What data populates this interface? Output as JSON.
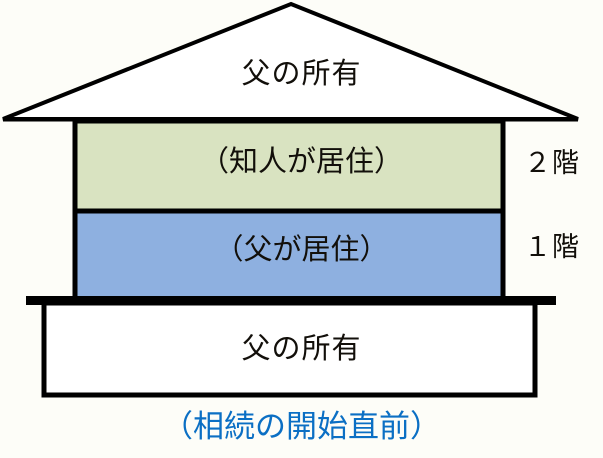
{
  "diagram": {
    "type": "house-cross-section",
    "roof": {
      "label": "父の所有"
    },
    "floors": [
      {
        "level": "2",
        "side_label": "２階",
        "occupant_label": "（知人が居住）",
        "fill_color": "#d9e3c1"
      },
      {
        "level": "1",
        "side_label": "１階",
        "occupant_label": "（父が居住）",
        "fill_color": "#8eb0e0"
      }
    ],
    "foundation": {
      "label": "父の所有",
      "fill_color": "#ffffff"
    },
    "caption": {
      "text": "（相続の開始直前）",
      "color": "#0b6fc4"
    },
    "colors": {
      "background": "#fdfdf8",
      "outline": "#000000",
      "text": "#120f0a",
      "floor2_fill": "#d9e3c1",
      "floor1_fill": "#8eb0e0",
      "caption_blue": "#0b6fc4"
    }
  }
}
